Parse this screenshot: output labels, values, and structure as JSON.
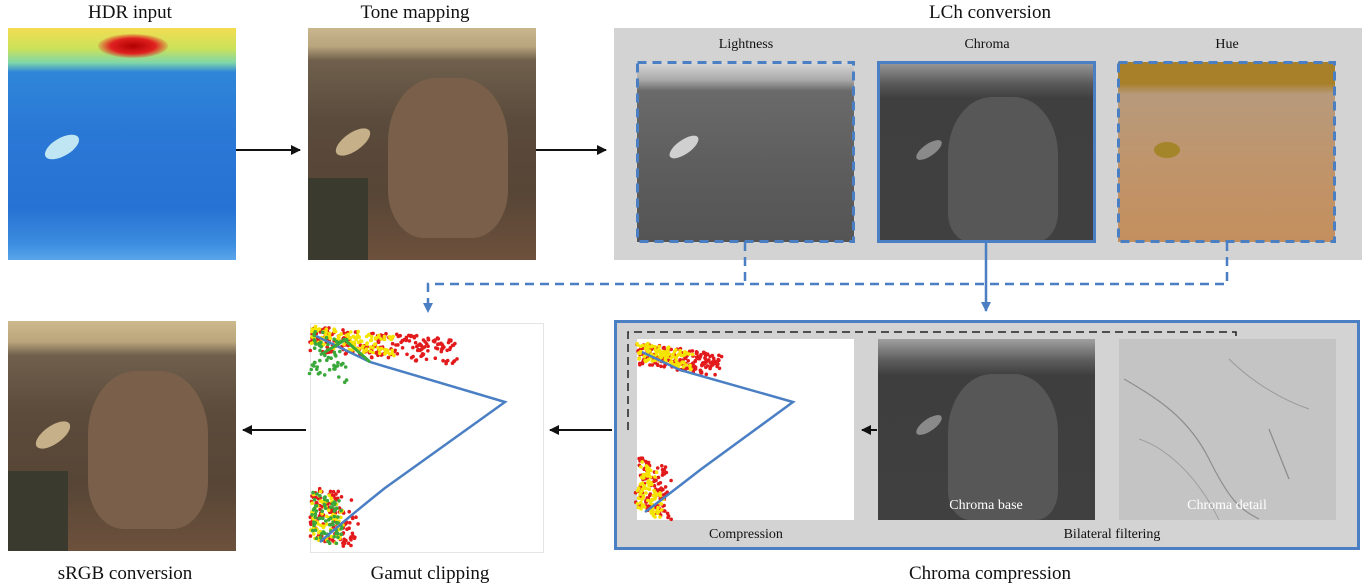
{
  "captions": {
    "hdr_input": "HDR input",
    "tone_mapping": "Tone mapping",
    "lch_conversion": "LCh conversion",
    "srgb_conversion": "sRGB conversion",
    "gamut_clipping": "Gamut clipping",
    "chroma_compression": "Chroma compression"
  },
  "lch_channels": {
    "lightness": "Lightness",
    "chroma": "Chroma",
    "hue": "Hue"
  },
  "compression_panel": {
    "compression": "Compression",
    "bilateral_filtering": "Bilateral filtering",
    "chroma_base": "Chroma base",
    "chroma_detail": "Chroma detail"
  },
  "colors": {
    "arrow_black": "#111111",
    "arrow_blue": "#4a7fc4",
    "panel_gray": "#d3d3d3",
    "scatter_red": "#e31a1c",
    "scatter_yellow": "#f5e400",
    "scatter_green": "#3aa83a"
  }
}
